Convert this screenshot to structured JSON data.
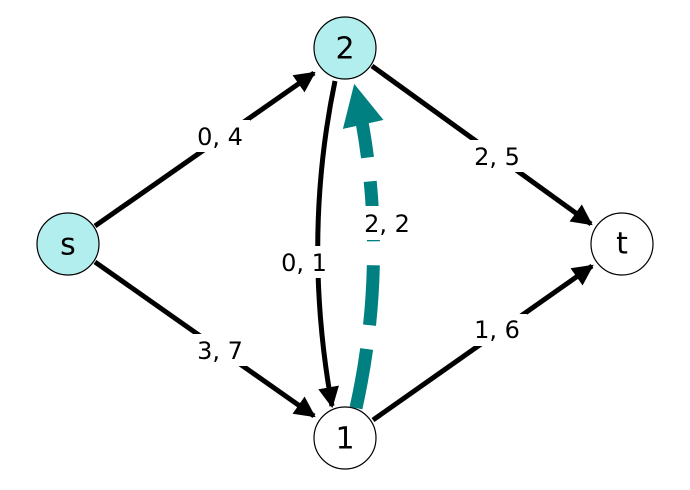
{
  "nodes": [
    {
      "id": "s",
      "label": "s",
      "fill": "#b2eeee"
    },
    {
      "id": "2",
      "label": "2",
      "fill": "#b2eeee"
    },
    {
      "id": "1",
      "label": "1",
      "fill": "#ffffff"
    },
    {
      "id": "t",
      "label": "t",
      "fill": "#ffffff"
    }
  ],
  "edges": [
    {
      "from": "s",
      "to": "2",
      "label": "0, 4"
    },
    {
      "from": "s",
      "to": "1",
      "label": "3, 7"
    },
    {
      "from": "2",
      "to": "1",
      "label": "0, 1"
    },
    {
      "from": "1",
      "to": "2",
      "label": "2, 2",
      "highlighted": true
    },
    {
      "from": "2",
      "to": "t",
      "label": "2, 5"
    },
    {
      "from": "1",
      "to": "t",
      "label": "1, 6"
    }
  ],
  "colors": {
    "highlight": "#008080",
    "edge": "#000000",
    "node_stroke": "#000000"
  }
}
